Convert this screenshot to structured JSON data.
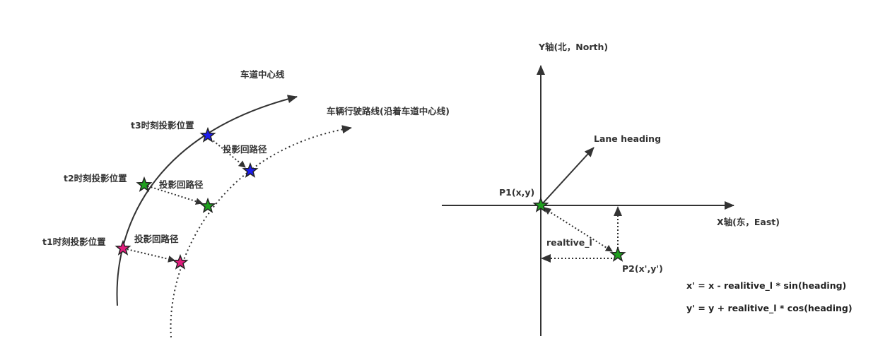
{
  "left_diagram": {
    "center_line_label": "车道中心线",
    "vehicle_path_label": "车辆行驶路线(沿着车道中心线)",
    "t3_label": "t3时刻投影位置",
    "t2_label": "t2时刻投影位置",
    "t1_label": "t1时刻投影位置",
    "return_path_label_3": "投影回路径",
    "return_path_label_2": "投影回路径",
    "return_path_label_1": "投影回路径",
    "star_colors": {
      "t3": "#1c1cf0",
      "t2": "#1fa01f",
      "t1": "#e01c7c"
    }
  },
  "right_diagram": {
    "y_axis_label": "Y轴(北，North)",
    "x_axis_label": "X轴(东，East)",
    "lane_heading_label": "Lane heading",
    "p1_label": "P1(x,y)",
    "p2_label": "P2(x',y')",
    "relative_label": "realtive_l",
    "formula_x": "x' = x - realitive_l * sin(heading)",
    "formula_y": "y' = y + realitive_l * cos(heading)",
    "star_color": "#1fa01f"
  },
  "colors": {
    "line": "#333333"
  }
}
